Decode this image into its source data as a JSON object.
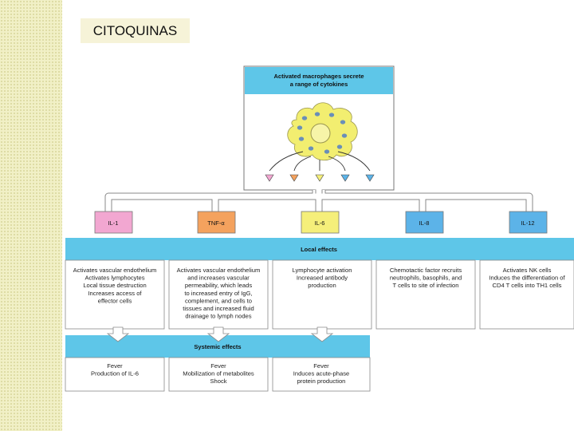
{
  "slide": {
    "title": "CITOQUINAS"
  },
  "diagram": {
    "header": {
      "line1": "Activated macrophages secrete",
      "line2": "a range of cytokines"
    },
    "cytokines": [
      {
        "label": "IL-1",
        "color": "#f2a7d1"
      },
      {
        "label": "TNF-α",
        "color": "#f4a25e"
      },
      {
        "label": "IL-6",
        "color": "#f5ef7a"
      },
      {
        "label": "IL-8",
        "color": "#5cb3e8"
      },
      {
        "label": "IL-12",
        "color": "#5cb3e8"
      }
    ],
    "local_effects": {
      "title": "Local effects",
      "items": [
        [
          "Activates vascular endothelium",
          "Activates lymphocytes",
          "Local tissue destruction",
          "Increases access of",
          "effector cells"
        ],
        [
          "Activates vascular endothelium",
          "and increases vascular",
          "permeability, which leads",
          "to increased entry of IgG,",
          "complement, and cells to",
          "tissues and increased fluid",
          "drainage to lymph nodes"
        ],
        [
          "Lymphocyte activation",
          "Increased antibody",
          "production"
        ],
        [
          "Chemotactic factor recruits",
          "neutrophils, basophils, and",
          "T cells to site of infection"
        ],
        [
          "Activates NK cells",
          "Induces the differentiation of",
          "CD4 T cells into TH1 cells"
        ]
      ]
    },
    "systemic_effects": {
      "title": "Systemic effects",
      "items": [
        [
          "Fever",
          "Production of IL-6"
        ],
        [
          "Fever",
          "Mobilization of metabolites",
          "Shock"
        ],
        [
          "Fever",
          "Induces acute-phase",
          "protein production"
        ]
      ]
    },
    "colors": {
      "band": "#5ec6e8",
      "cell": "#f2ee70",
      "granule": "#6a8fb8",
      "line": "#8a8a8a",
      "arrow": "#ffffff"
    }
  }
}
